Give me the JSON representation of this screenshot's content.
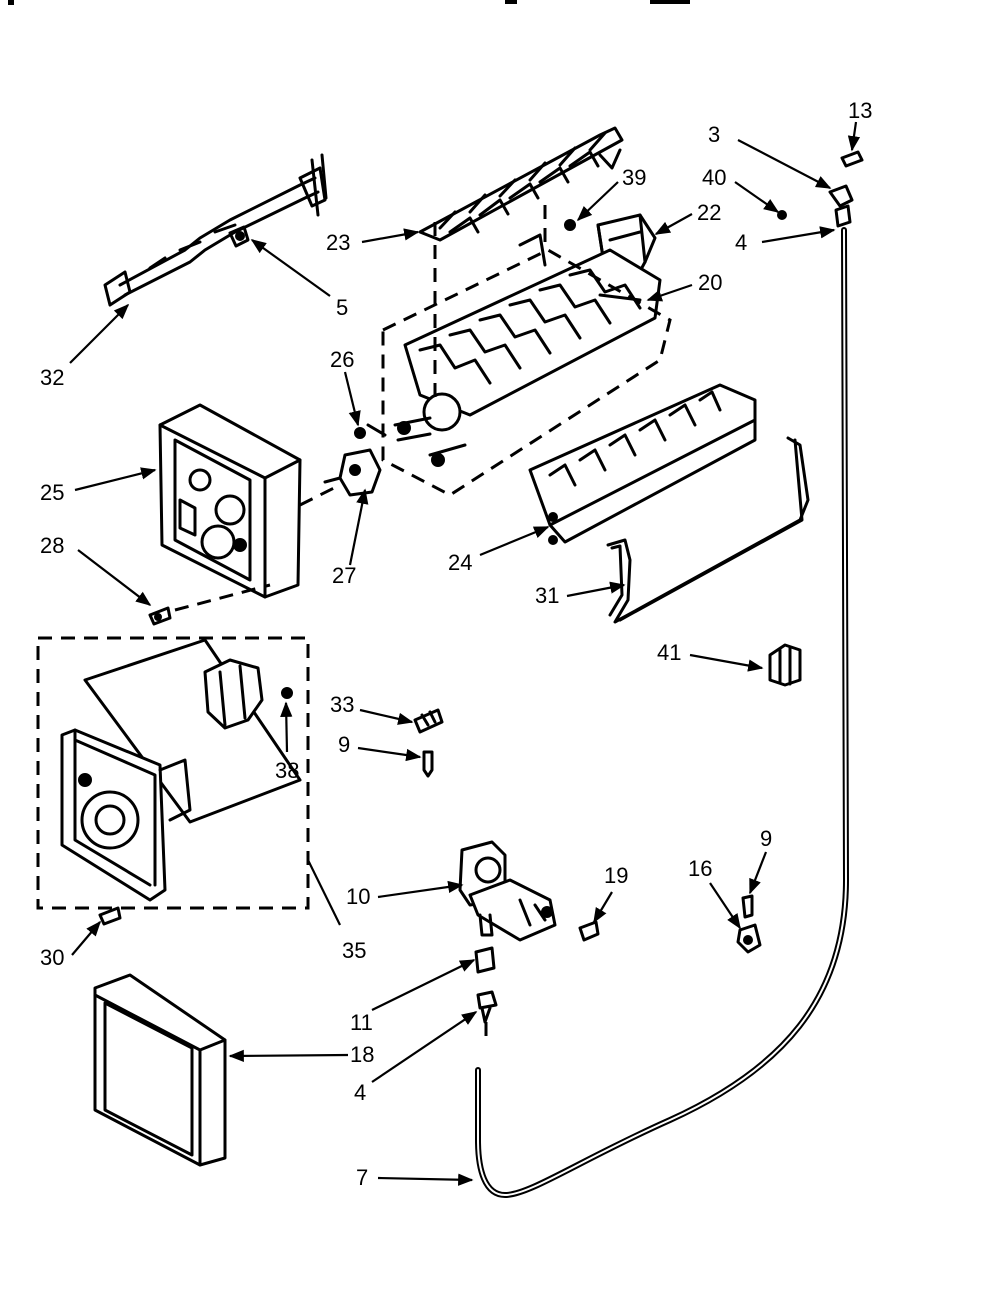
{
  "diagram": {
    "callouts": {
      "c13": "13",
      "c3": "3",
      "c40": "40",
      "c4a": "4",
      "c39": "39",
      "c22": "22",
      "c20": "20",
      "c23": "23",
      "c5": "5",
      "c32": "32",
      "c26": "26",
      "c25": "25",
      "c28": "28",
      "c27": "27",
      "c24": "24",
      "c31": "31",
      "c41": "41",
      "c33": "33",
      "c9a": "9",
      "c38": "38",
      "c9b": "9",
      "c16": "16",
      "c19": "19",
      "c10": "10",
      "c35": "35",
      "c30": "30",
      "c11": "11",
      "c18": "18",
      "c4b": "4",
      "c7": "7"
    }
  }
}
